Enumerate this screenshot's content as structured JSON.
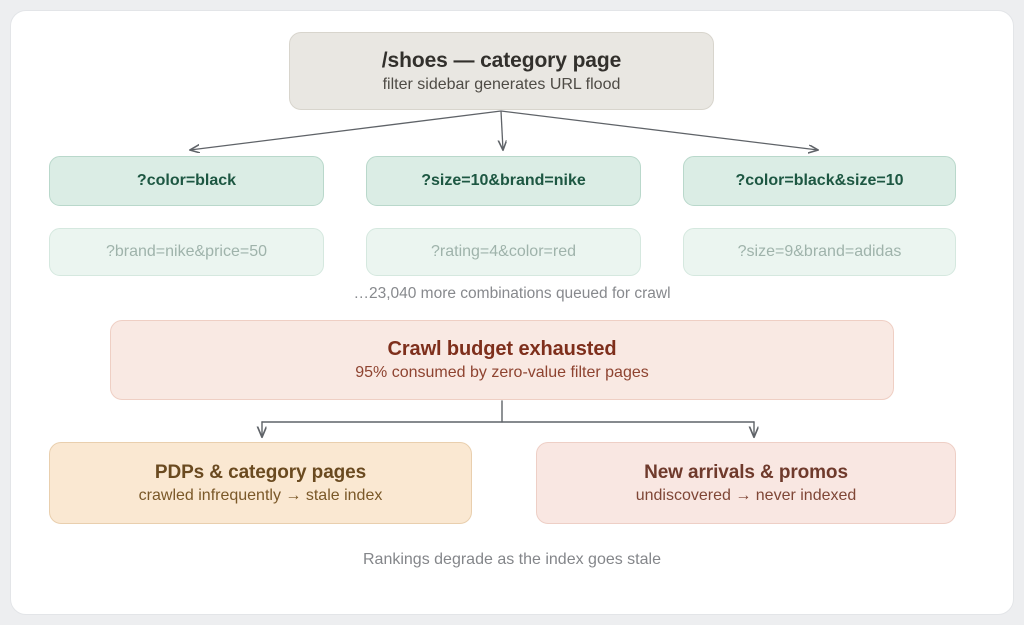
{
  "diagram": {
    "root": {
      "title": "/shoes — category page",
      "subtitle": "filter sidebar generates URL flood"
    },
    "filters_primary": [
      {
        "label": "?color=black"
      },
      {
        "label": "?size=10&brand=nike"
      },
      {
        "label": "?color=black&size=10"
      }
    ],
    "filters_muted": [
      {
        "label": "?brand=nike&price=50"
      },
      {
        "label": "?rating=4&color=red"
      },
      {
        "label": "?size=9&brand=adidas"
      }
    ],
    "combinations_note": "…23,040 more combinations queued for crawl",
    "crawl_budget": {
      "title": "Crawl budget exhausted",
      "subtitle": "95% consumed by zero-value filter pages"
    },
    "outcomes": [
      {
        "title": "PDPs & category pages",
        "subtitle": "crawled infrequently → stale index"
      },
      {
        "title": "New arrivals & promos",
        "subtitle": "undiscovered → never indexed"
      }
    ],
    "footer_note": "Rankings degrade as the index goes stale"
  },
  "colors": {
    "page_background": "#edeef0",
    "card_background": "#ffffff",
    "root_fill": "#e9e7e2",
    "filter_primary_fill": "#dbede5",
    "filter_primary_text": "#1d5742",
    "filter_muted_fill": "#ebf5f0",
    "filter_muted_text": "#9fb3ab",
    "crawl_fill": "#f9e9e3",
    "crawl_text": "#7e2f1c",
    "pdp_fill": "#fae8d2",
    "pdp_text": "#6a4a20",
    "new_fill": "#f9e7e2",
    "new_text": "#6f3a2c",
    "connector": "#5f6368",
    "caption_text": "#87898d"
  }
}
